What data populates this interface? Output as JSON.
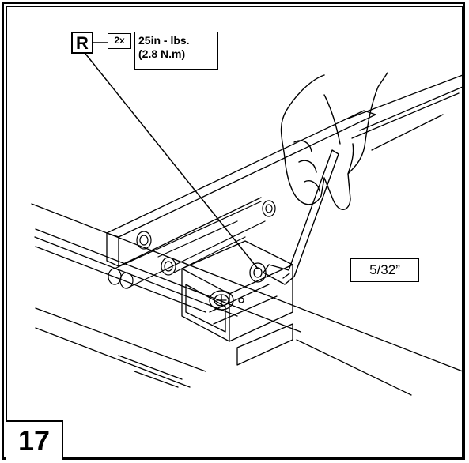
{
  "callout": {
    "part_letter": "R",
    "quantity": "2x",
    "torque_line1": "25in - lbs.",
    "torque_line2": "(2.8 N.m)"
  },
  "tool_size": "5/32”",
  "step_number": "17",
  "icons": [
    "hex-key-icon",
    "hand-icon",
    "socket-screw-icon"
  ]
}
